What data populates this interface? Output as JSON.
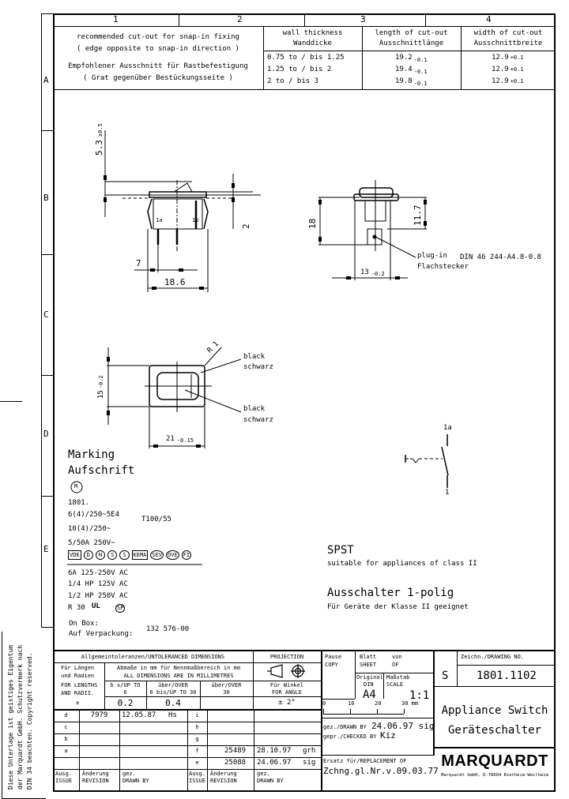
{
  "top_ruler": {
    "columns": [
      "1",
      "2",
      "3",
      "4"
    ]
  },
  "side_ruler": {
    "rows": [
      "A",
      "B",
      "C",
      "D",
      "E"
    ]
  },
  "cutout_table": {
    "description_en": "recommended cut-out for snap-in fixing",
    "description_en_2": "( edge opposite to snap-in direction )",
    "description_de": "Empfohlener Ausschnitt für Rastbefestigung",
    "description_de_2": "( Grat gegenüber Bestückungsseite )",
    "headers": [
      {
        "en": "wall thickness",
        "de": "Wanddicke"
      },
      {
        "en": "length of cut-out",
        "de": "Ausschnittlänge"
      },
      {
        "en": "width of cut-out",
        "de": "Ausschnittbreite"
      }
    ],
    "rows": [
      {
        "wall": "0.75 to / bis 1.25",
        "length": "19.2",
        "length_tol": "-0.1",
        "width": "12.9",
        "width_tol": "+0.1"
      },
      {
        "wall": "1.25 to / bis 2",
        "length": "19.4",
        "length_tol": "-0.1",
        "width": "12.9",
        "width_tol": "+0.1"
      },
      {
        "wall": "2    to / bis 3",
        "length": "19.8",
        "length_tol": "-0.1",
        "width": "12.9",
        "width_tol": "+0.1"
      }
    ]
  },
  "side_view": {
    "dim_height": "5.3",
    "dim_height_tol": "±0.5",
    "dim_right": "2",
    "terminal_left": "1a",
    "terminal_right": "1b",
    "dim_pitch": "7",
    "dim_span": "18.6"
  },
  "end_view": {
    "dim_height": "18",
    "dim_inner": "11.7",
    "dim_width": "13",
    "dim_width_tol": "-0.2",
    "label_en": "plug-in",
    "label_de": "Flachstecker",
    "standard": "DIN 46 244-A4.8-0.8"
  },
  "top_view": {
    "dim_height": "15",
    "dim_height_tol": "-0.2",
    "dim_width": "21",
    "dim_width_tol": "-0.15",
    "radius": "R 1",
    "callout1_en": "black",
    "callout1_de": "schwarz",
    "callout2_en": "black",
    "callout2_de": "schwarz"
  },
  "marking": {
    "title_en": "Marking",
    "title_de": "Aufschrift",
    "logo": "M",
    "lines": [
      "1801.",
      "6(4)/250~5E4",
      "10(4)/250~",
      "5/50A 250V~"
    ],
    "temp": "T100/55",
    "approvals": [
      "VDE",
      "D",
      "N",
      "S",
      "S",
      "KEMA",
      "SEV",
      "ÖVE",
      "FI"
    ],
    "ratings": [
      "6A 125-250V AC",
      "1/4 HP 125V AC",
      "1/2 HP 250V AC",
      "R 30"
    ],
    "ul_mark": "UL",
    "csa_mark": "SP",
    "on_box_en": "On Box:",
    "on_box_de": "Auf Verpackung:",
    "box_number": "132 576-00"
  },
  "schematic": {
    "terminal_top": "1a",
    "terminal_bottom": "1"
  },
  "description": {
    "type_en": "SPST",
    "note_en": "suitable for appliances of class II",
    "type_de": "Ausschalter 1-polig",
    "note_de": "Für Geräte der Klasse II geeignet"
  },
  "sidebar_note": {
    "line1": "Diese Unterlage ist geistiges Eigentum",
    "line2": "der Marquardt GmbH. Schutzvermerk nach",
    "line3": "DIN 34 beachten. Copyright reserved."
  },
  "title_block": {
    "tolerances_header": "Allgemeintoleranzen/UNTOLERANCED DIMENSIONS",
    "for_lengths_de": "Für Längen",
    "for_lengths_de2": "und Radien",
    "for_lengths_en": "FOR LENGTHS",
    "for_lengths_en2": "AND RADII.",
    "plus_minus": "±",
    "range_de": "Abmaße in mm für Nennmaßbereich in mm",
    "range_en": "ALL DIMENSIONS ARE IN MILLIMETRES",
    "range1_label": "b s/UP TO",
    "range1_val": "6",
    "range2_label": "über/OVER",
    "range2_val": "6 bis/UP TO 30",
    "range3_label": "über/OVER",
    "range3_val": "30",
    "tol1": "0.2",
    "tol2": "0.4",
    "tol3": "",
    "projection_label": "PROJECTION",
    "angle_de": "Für Winkel",
    "angle_en": "FOR ANGLE",
    "angle_tol": "± 2°",
    "revisions_left": [
      {
        "issue": "d",
        "revision": "7979",
        "date": "12.05.87",
        "by": "Hs"
      },
      {
        "issue": "c",
        "revision": "",
        "date": "",
        "by": ""
      },
      {
        "issue": "b",
        "revision": "",
        "date": "",
        "by": ""
      },
      {
        "issue": "a",
        "revision": "",
        "date": "",
        "by": ""
      },
      {
        "issue": "",
        "revision": "",
        "date": "",
        "by": ""
      }
    ],
    "revisions_right": [
      {
        "issue": "i",
        "revision": "",
        "date": "",
        "by": ""
      },
      {
        "issue": "h",
        "revision": "",
        "date": "",
        "by": ""
      },
      {
        "issue": "g",
        "revision": "",
        "date": "",
        "by": ""
      },
      {
        "issue": "f",
        "revision": "25489",
        "date": "28.10.97",
        "by": "grh"
      },
      {
        "issue": "e",
        "revision": "25088",
        "date": "24.06.97",
        "by": "sig"
      }
    ],
    "col_issue_de": "Ausg.",
    "col_issue_en": "ISSUE",
    "col_rev_de": "Änderung",
    "col_rev_en": "REVISION",
    "col_by_de": "gez.",
    "col_by_en": "DRAWN BY",
    "copy_de": "Pause",
    "copy_en": "COPY",
    "sheet_de": "Blatt",
    "sheet_en": "SHEET",
    "of_de": "von",
    "of_en": "OF",
    "original_de": "Original",
    "original_en": "DIN",
    "original_val": "A4",
    "scale_de": "Maßstab",
    "scale_en": "SCALE",
    "scale_val": "1:1",
    "scale_ticks": [
      "0",
      "10",
      "20",
      "30 mm"
    ],
    "drawn_by_label": "gez./DRAWN BY",
    "drawn_by_val": "24.06.97 sig",
    "checked_by_label": "gepr./CHECKED BY",
    "checked_by_val": "Kiz",
    "replacement_label": "Ersatz für/REPLACEMENT OF",
    "replacement_val": "Zchng.gl.Nr.v.09.03.77",
    "size_code": "S",
    "drawing_no_label": "Zeichn./DRAWING NO.",
    "drawing_no": "1801.1102",
    "title_en": "Appliance Switch",
    "title_de": "Geräteschalter",
    "company": "MARQUARDT",
    "company_address": "Marquardt GmbH, D-78604 Rietheim-Weilheim"
  }
}
